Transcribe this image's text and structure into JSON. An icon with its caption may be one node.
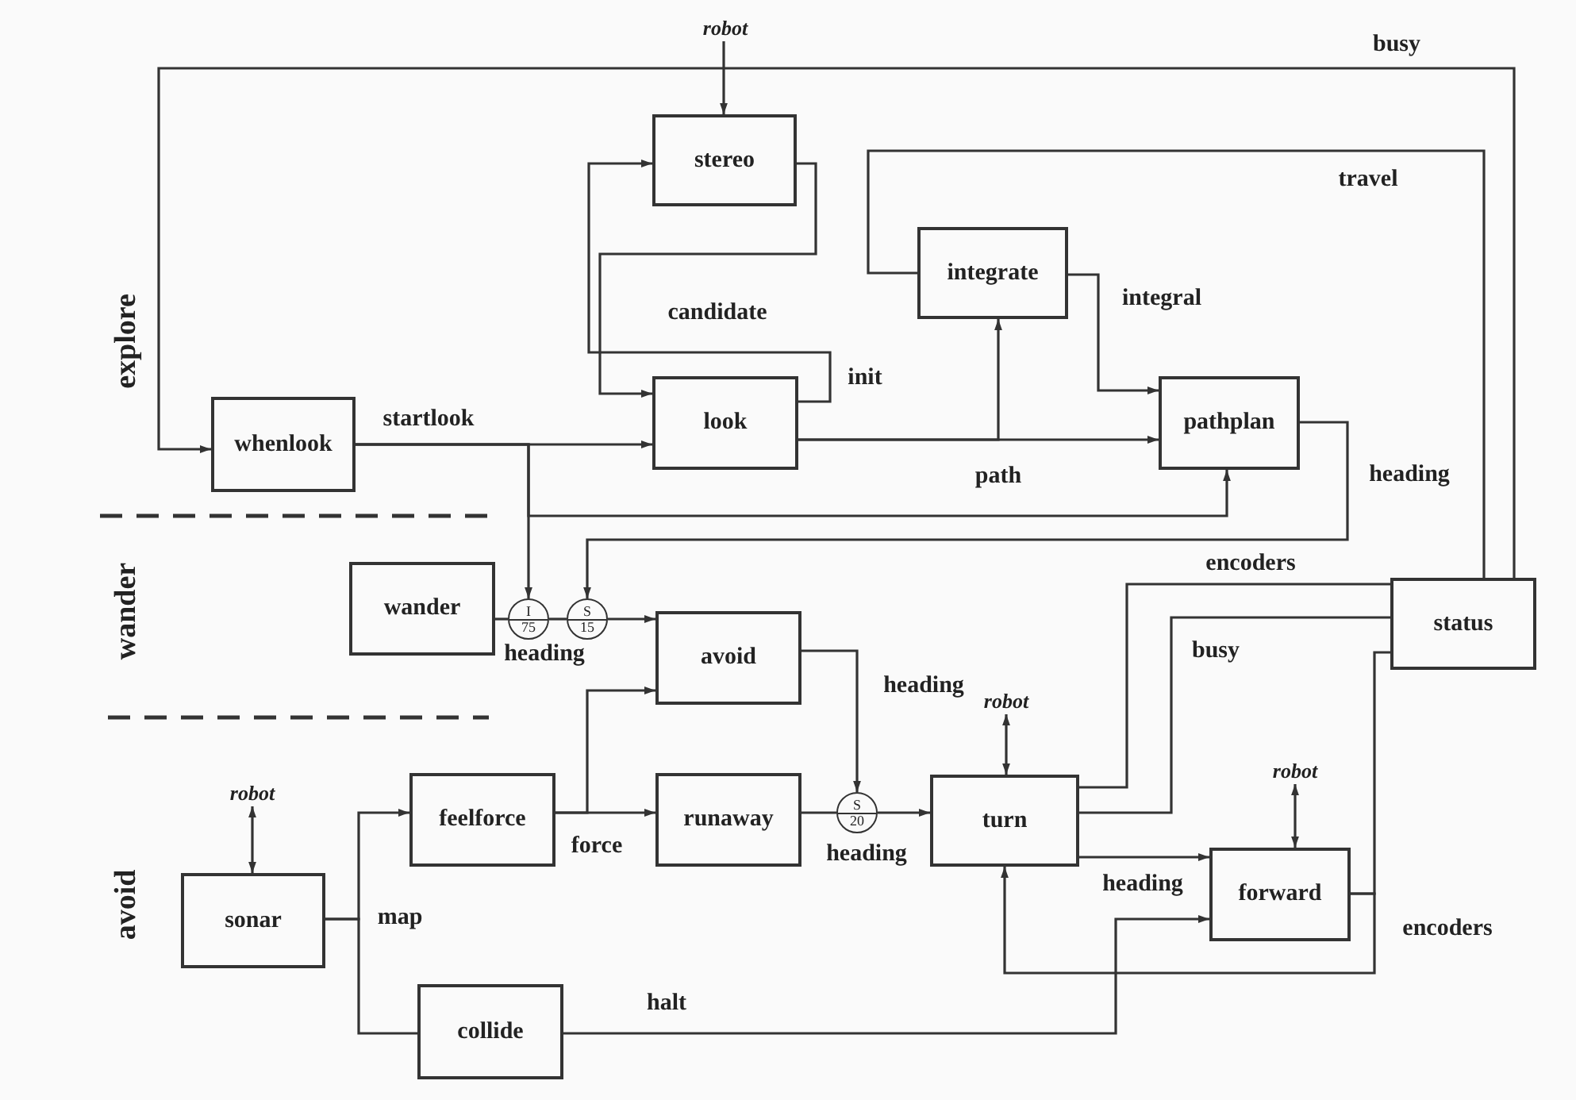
{
  "diagram": {
    "nodes": [
      {
        "text": [
          "robot"
        ]
      },
      {
        "text": [
          "stereo"
        ]
      },
      {
        "text": [
          "integrate"
        ]
      },
      {
        "text": [
          "look"
        ]
      },
      {
        "text": [
          "whenlook"
        ]
      },
      {
        "text": [
          "pathplan"
        ]
      },
      {
        "text": [
          "wander"
        ]
      },
      {
        "text": [
          "I",
          "75"
        ]
      },
      {
        "text": [
          "S",
          "15"
        ]
      },
      {
        "text": [
          "avoid"
        ]
      },
      {
        "text": [
          "status"
        ]
      },
      {
        "text": [
          "robot"
        ]
      },
      {
        "text": [
          "feelforce"
        ]
      },
      {
        "text": [
          "runaway"
        ]
      },
      {
        "text": [
          "S",
          "20"
        ]
      },
      {
        "text": [
          "robot"
        ]
      },
      {
        "text": [
          "turn"
        ]
      },
      {
        "text": [
          "robot"
        ]
      },
      {
        "text": [
          "forward"
        ]
      },
      {
        "text": [
          "sonar"
        ]
      },
      {
        "text": [
          "collide"
        ]
      }
    ],
    "edges": [
      {
        "from": 0,
        "to": 1,
        "arrow": "to"
      },
      {
        "from": 1,
        "to": 3,
        "arrow": "to",
        "label": "candidate"
      },
      {
        "from": 3,
        "to": 1,
        "arrow": "to",
        "label": "init"
      },
      {
        "from": 10,
        "to": 4,
        "arrow": "to",
        "label": "busy"
      },
      {
        "from": 10,
        "to": 2,
        "arrow": "none",
        "label": "travel"
      },
      {
        "from": 2,
        "to": 5,
        "arrow": "to",
        "label": "integral"
      },
      {
        "from": 3,
        "to": 5,
        "arrow": "to",
        "label": "path"
      },
      {
        "from": 3,
        "to": 2,
        "arrow": "to"
      },
      {
        "from": 4,
        "to": 3,
        "arrow": "to",
        "label": "startlook"
      },
      {
        "from": 4,
        "to": 7,
        "arrow": "to"
      },
      {
        "from": 4,
        "to": 5,
        "arrow": "to"
      },
      {
        "from": 5,
        "to": 8,
        "arrow": "to",
        "label": "heading"
      },
      {
        "from": 6,
        "to": 7,
        "arrow": "none"
      },
      {
        "from": 7,
        "to": 8,
        "arrow": "none",
        "label": "heading"
      },
      {
        "from": 8,
        "to": 9,
        "arrow": "to"
      },
      {
        "from": 9,
        "to": 14,
        "arrow": "to",
        "label": "heading"
      },
      {
        "from": 12,
        "to": 13,
        "arrow": "to",
        "label": "force"
      },
      {
        "from": 12,
        "to": 9,
        "arrow": "to"
      },
      {
        "from": 13,
        "to": 14,
        "arrow": "none"
      },
      {
        "from": 14,
        "to": 16,
        "arrow": "to",
        "label": "heading"
      },
      {
        "from": 15,
        "to": 16,
        "arrow": "both"
      },
      {
        "from": 16,
        "to": 10,
        "arrow": "none",
        "label": "encoders"
      },
      {
        "from": 16,
        "to": 10,
        "arrow": "none",
        "label": "busy"
      },
      {
        "from": 16,
        "to": 18,
        "arrow": "to",
        "label": "heading"
      },
      {
        "from": 17,
        "to": 18,
        "arrow": "both"
      },
      {
        "from": 18,
        "to": 10,
        "arrow": "none",
        "label": "encoders"
      },
      {
        "from": 18,
        "to": 16,
        "arrow": "to"
      },
      {
        "from": 20,
        "to": 18,
        "arrow": "to",
        "label": "halt"
      },
      {
        "from": 11,
        "to": 19,
        "arrow": "both"
      },
      {
        "from": 19,
        "to": 12,
        "arrow": "to",
        "label": "map"
      },
      {
        "from": 19,
        "to": 20,
        "arrow": "none"
      }
    ],
    "labels": [
      "explore",
      "wander",
      "avoid"
    ]
  }
}
